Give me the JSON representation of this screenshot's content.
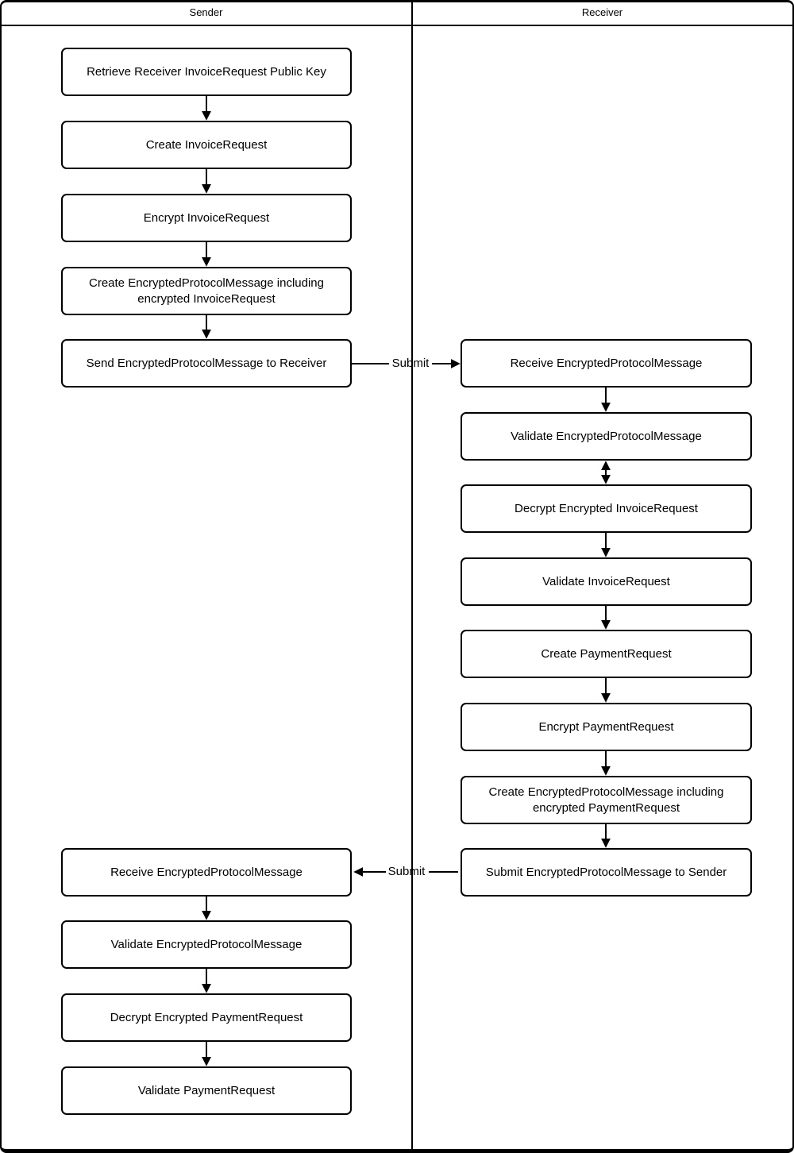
{
  "diagram": {
    "lanes": [
      {
        "label": "Sender"
      },
      {
        "label": "Receiver"
      }
    ],
    "sender_nodes": [
      {
        "label": "Retrieve Receiver InvoiceRequest Public Key"
      },
      {
        "label": "Create InvoiceRequest"
      },
      {
        "label": "Encrypt InvoiceRequest"
      },
      {
        "label": "Create EncryptedProtocolMessage including encrypted InvoiceRequest"
      },
      {
        "label": "Send EncryptedProtocolMessage to Receiver"
      },
      {
        "label": "Receive EncryptedProtocolMessage"
      },
      {
        "label": "Validate EncryptedProtocolMessage"
      },
      {
        "label": "Decrypt Encrypted PaymentRequest"
      },
      {
        "label": "Validate PaymentRequest"
      }
    ],
    "receiver_nodes": [
      {
        "label": "Receive EncryptedProtocolMessage"
      },
      {
        "label": "Validate EncryptedProtocolMessage"
      },
      {
        "label": "Decrypt Encrypted InvoiceRequest"
      },
      {
        "label": "Validate InvoiceRequest"
      },
      {
        "label": "Create PaymentRequest"
      },
      {
        "label": "Encrypt PaymentRequest"
      },
      {
        "label": "Create EncryptedProtocolMessage including encrypted PaymentRequest"
      },
      {
        "label": "Submit EncryptedProtocolMessage to Sender"
      }
    ],
    "connectors": [
      {
        "label": "Submit",
        "direction": "sender-to-receiver"
      },
      {
        "label": "Submit",
        "direction": "receiver-to-sender"
      }
    ],
    "colors": {
      "border": "#000000",
      "node_fill": "#ffffff",
      "text": "#000000",
      "background": "#ffffff"
    }
  }
}
